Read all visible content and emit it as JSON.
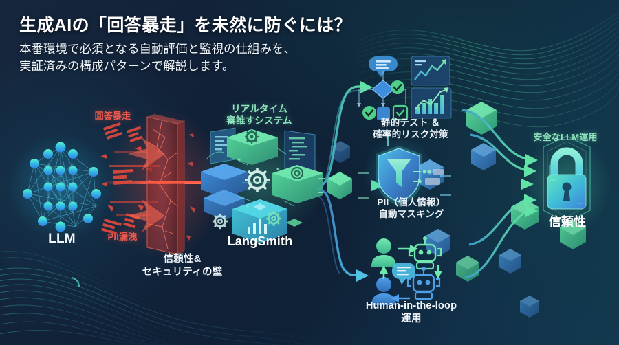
{
  "title": {
    "headline": "生成AIの「回答暴走」を未然に防ぐには？",
    "subline": "本番環境で必須となる自動評価と監視の仕組みを、\n実証済みの構成パターンで解説します。"
  },
  "nodes": {
    "llm": {
      "label": "LLM"
    },
    "attack_top": {
      "label": "回答暴走"
    },
    "attack_bottom": {
      "label": "PII漏洩"
    },
    "wall": {
      "label": "信頼性&\nセキュリティの壁"
    },
    "realtime": {
      "label": "リアルタイム\n審誰すシステム"
    },
    "langsmith": {
      "label": "LangSmith"
    },
    "static_test": {
      "label": "静的テスト ＆\n確率的リスク対策"
    },
    "pii_mask": {
      "label": "PII（個人情報）\n自動マスキング"
    },
    "hitl": {
      "label": "Human-in-the-loop\n運用"
    },
    "safe_ops": {
      "label": "安全なLLM運用"
    },
    "trust": {
      "label": "信頼性"
    }
  },
  "colors": {
    "background_dark": "#0f2136",
    "background_teal": "#13394f",
    "danger_red": "#ea5a50",
    "accent_green": "#8fe6bd",
    "accent_cyan": "#4ec3e0",
    "accent_blue": "#3b82d6",
    "text_white": "#ffffff"
  }
}
